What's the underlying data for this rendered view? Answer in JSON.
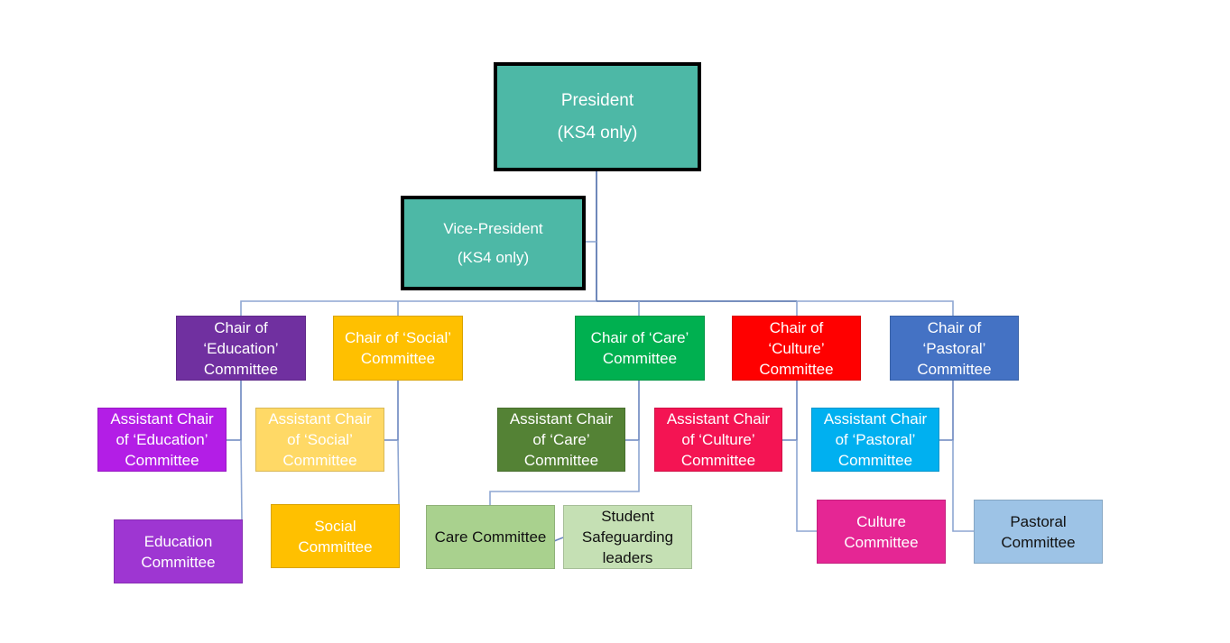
{
  "diagram": {
    "type": "org-chart",
    "connector_color": "#4a6aa8",
    "nodes": {
      "president": {
        "label": "President\n(KS4 only)",
        "color": "#4db8a6"
      },
      "vice_president": {
        "label": "Vice-President\n(KS4 only)",
        "color": "#4db8a6"
      },
      "chair_education": {
        "label": "Chair of\n‘Education’\nCommittee",
        "color": "#7030a0"
      },
      "chair_social": {
        "label": "Chair of ‘Social’\nCommittee",
        "color": "#ffc000"
      },
      "chair_care": {
        "label": "Chair of ‘Care’\nCommittee",
        "color": "#00b050"
      },
      "chair_culture": {
        "label": "Chair of\n‘Culture’\nCommittee",
        "color": "#ff0000"
      },
      "chair_pastoral": {
        "label": "Chair of\n‘Pastoral’\nCommittee",
        "color": "#4472c4"
      },
      "assistant_education": {
        "label": "Assistant Chair\nof ‘Education’\nCommittee",
        "color": "#b31ee6"
      },
      "assistant_social": {
        "label": "Assistant Chair\nof ‘Social’\nCommittee",
        "color": "#ffd966"
      },
      "assistant_care": {
        "label": "Assistant Chair\nof ‘Care’\nCommittee",
        "color": "#548235"
      },
      "assistant_culture": {
        "label": "Assistant Chair\nof ‘Culture’\nCommittee",
        "color": "#f41453"
      },
      "assistant_pastoral": {
        "label": "Assistant Chair\nof ‘Pastoral’\nCommittee",
        "color": "#00b0f0"
      },
      "education_committee": {
        "label": "Education\nCommittee",
        "color": "#9e36d2"
      },
      "social_committee": {
        "label": "Social\nCommittee",
        "color": "#ffc000"
      },
      "care_committee": {
        "label": "Care Committee",
        "color": "#a9d18e"
      },
      "student_safeguarding": {
        "label": "Student\nSafeguarding\nleaders",
        "color": "#c5e0b4"
      },
      "culture_committee": {
        "label": "Culture\nCommittee",
        "color": "#e52694"
      },
      "pastoral_committee": {
        "label": "Pastoral\nCommittee",
        "color": "#9dc3e6"
      }
    }
  }
}
